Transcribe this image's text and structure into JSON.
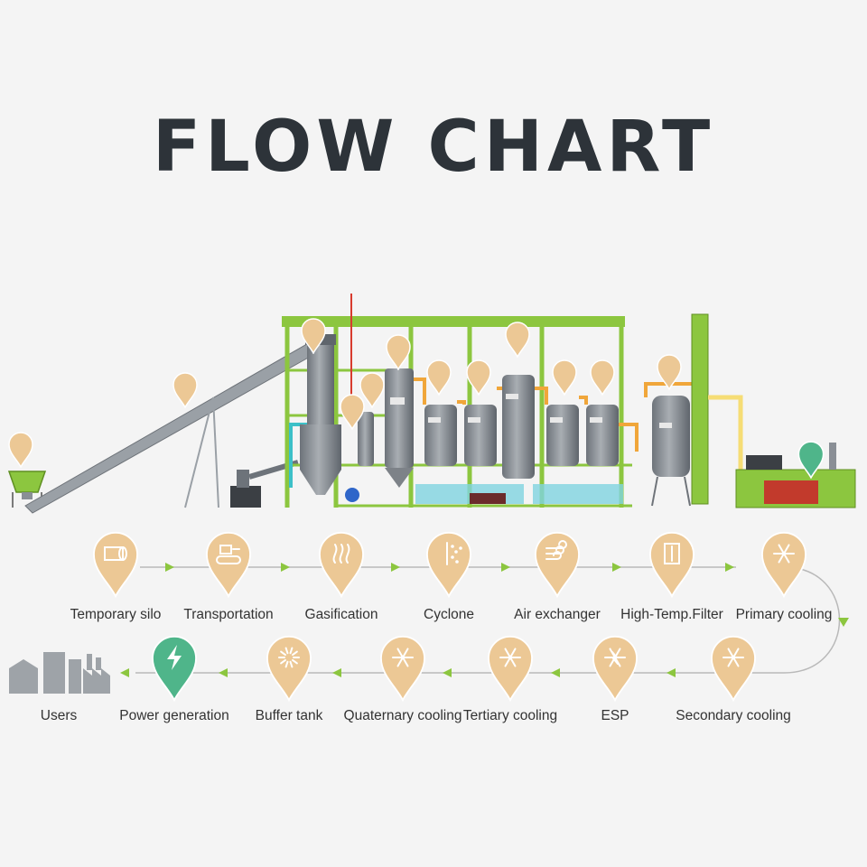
{
  "title": "FLOW CHART",
  "steps": [
    {
      "label": "Temporary silo",
      "icon": "log-icon"
    },
    {
      "label": "Transportation",
      "icon": "conveyor-icon"
    },
    {
      "label": "Gasification",
      "icon": "heat-waves-icon"
    },
    {
      "label": "Cyclone",
      "icon": "cyclone-icon"
    },
    {
      "label": "Air exchanger",
      "icon": "wind-icon"
    },
    {
      "label": "High-Temp.Filter",
      "icon": "filter-icon"
    },
    {
      "label": "Primary cooling",
      "icon": "snowflake-icon"
    },
    {
      "label": "Secondary cooling",
      "icon": "snowflake-icon"
    },
    {
      "label": "ESP",
      "icon": "spark-icon"
    },
    {
      "label": "Tertiary cooling",
      "icon": "snowflake-icon"
    },
    {
      "label": "Quaternary cooling",
      "icon": "snowflake-icon"
    },
    {
      "label": "Buffer tank",
      "icon": "loading-icon"
    },
    {
      "label": "Power generation",
      "icon": "lightning-icon"
    },
    {
      "label": "Users",
      "icon": "buildings-icon"
    }
  ],
  "colors": {
    "pin": "#ecc895",
    "pin_power": "#4fb58a",
    "arrow": "#8cc63f",
    "frame": "#8cc63f",
    "tank": "#8a8f96",
    "title": "#2d3339"
  }
}
